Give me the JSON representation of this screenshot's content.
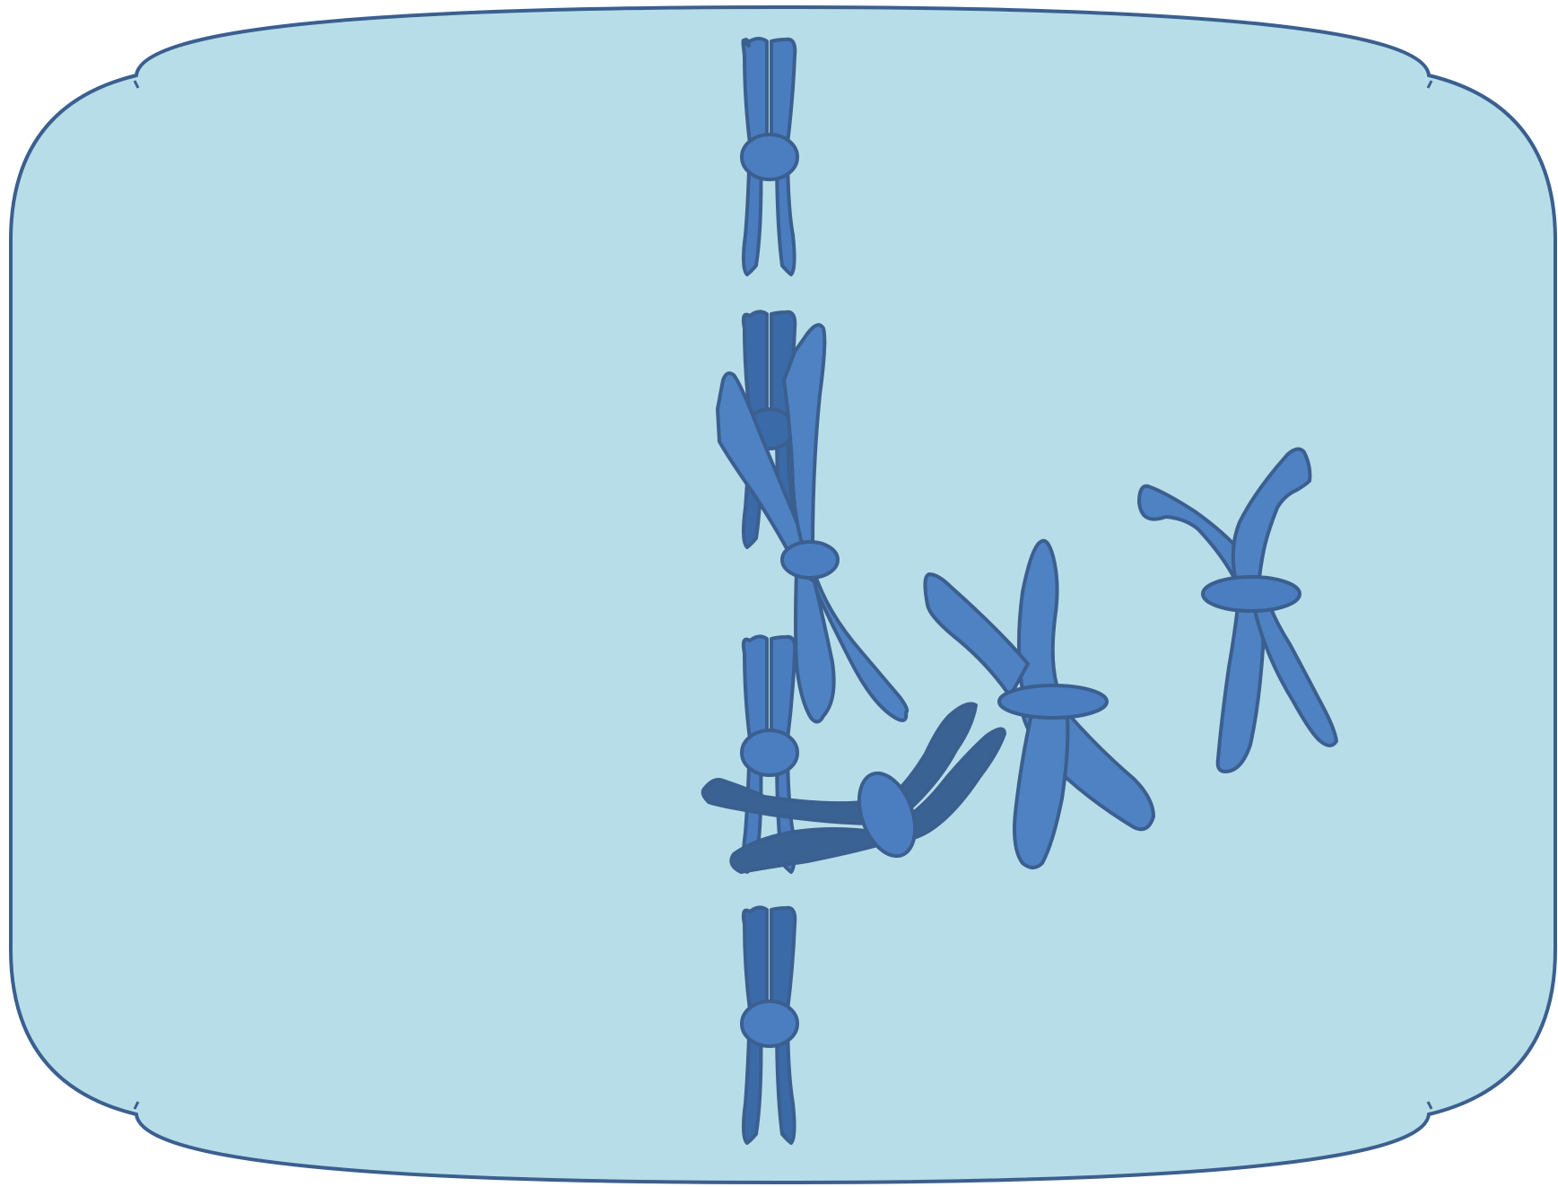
{
  "colors": {
    "background": "#ffffff",
    "cell_fill": "#b7dde8",
    "outline": "#3b5f8f",
    "chromatid_light": "#4a7cc0",
    "chromatid_mid": "#4e82c2",
    "chromatid_dark": "#3b6aa8",
    "chromatid_darkest": "#3a6293",
    "centromere": "#4b7ec0"
  },
  "cell": {
    "shape": "rounded-rectangle-cell",
    "icon": "cell-membrane-outline"
  },
  "chromosomes": {
    "aligned_on_metaphase_plate": 4,
    "unaligned": 4
  }
}
